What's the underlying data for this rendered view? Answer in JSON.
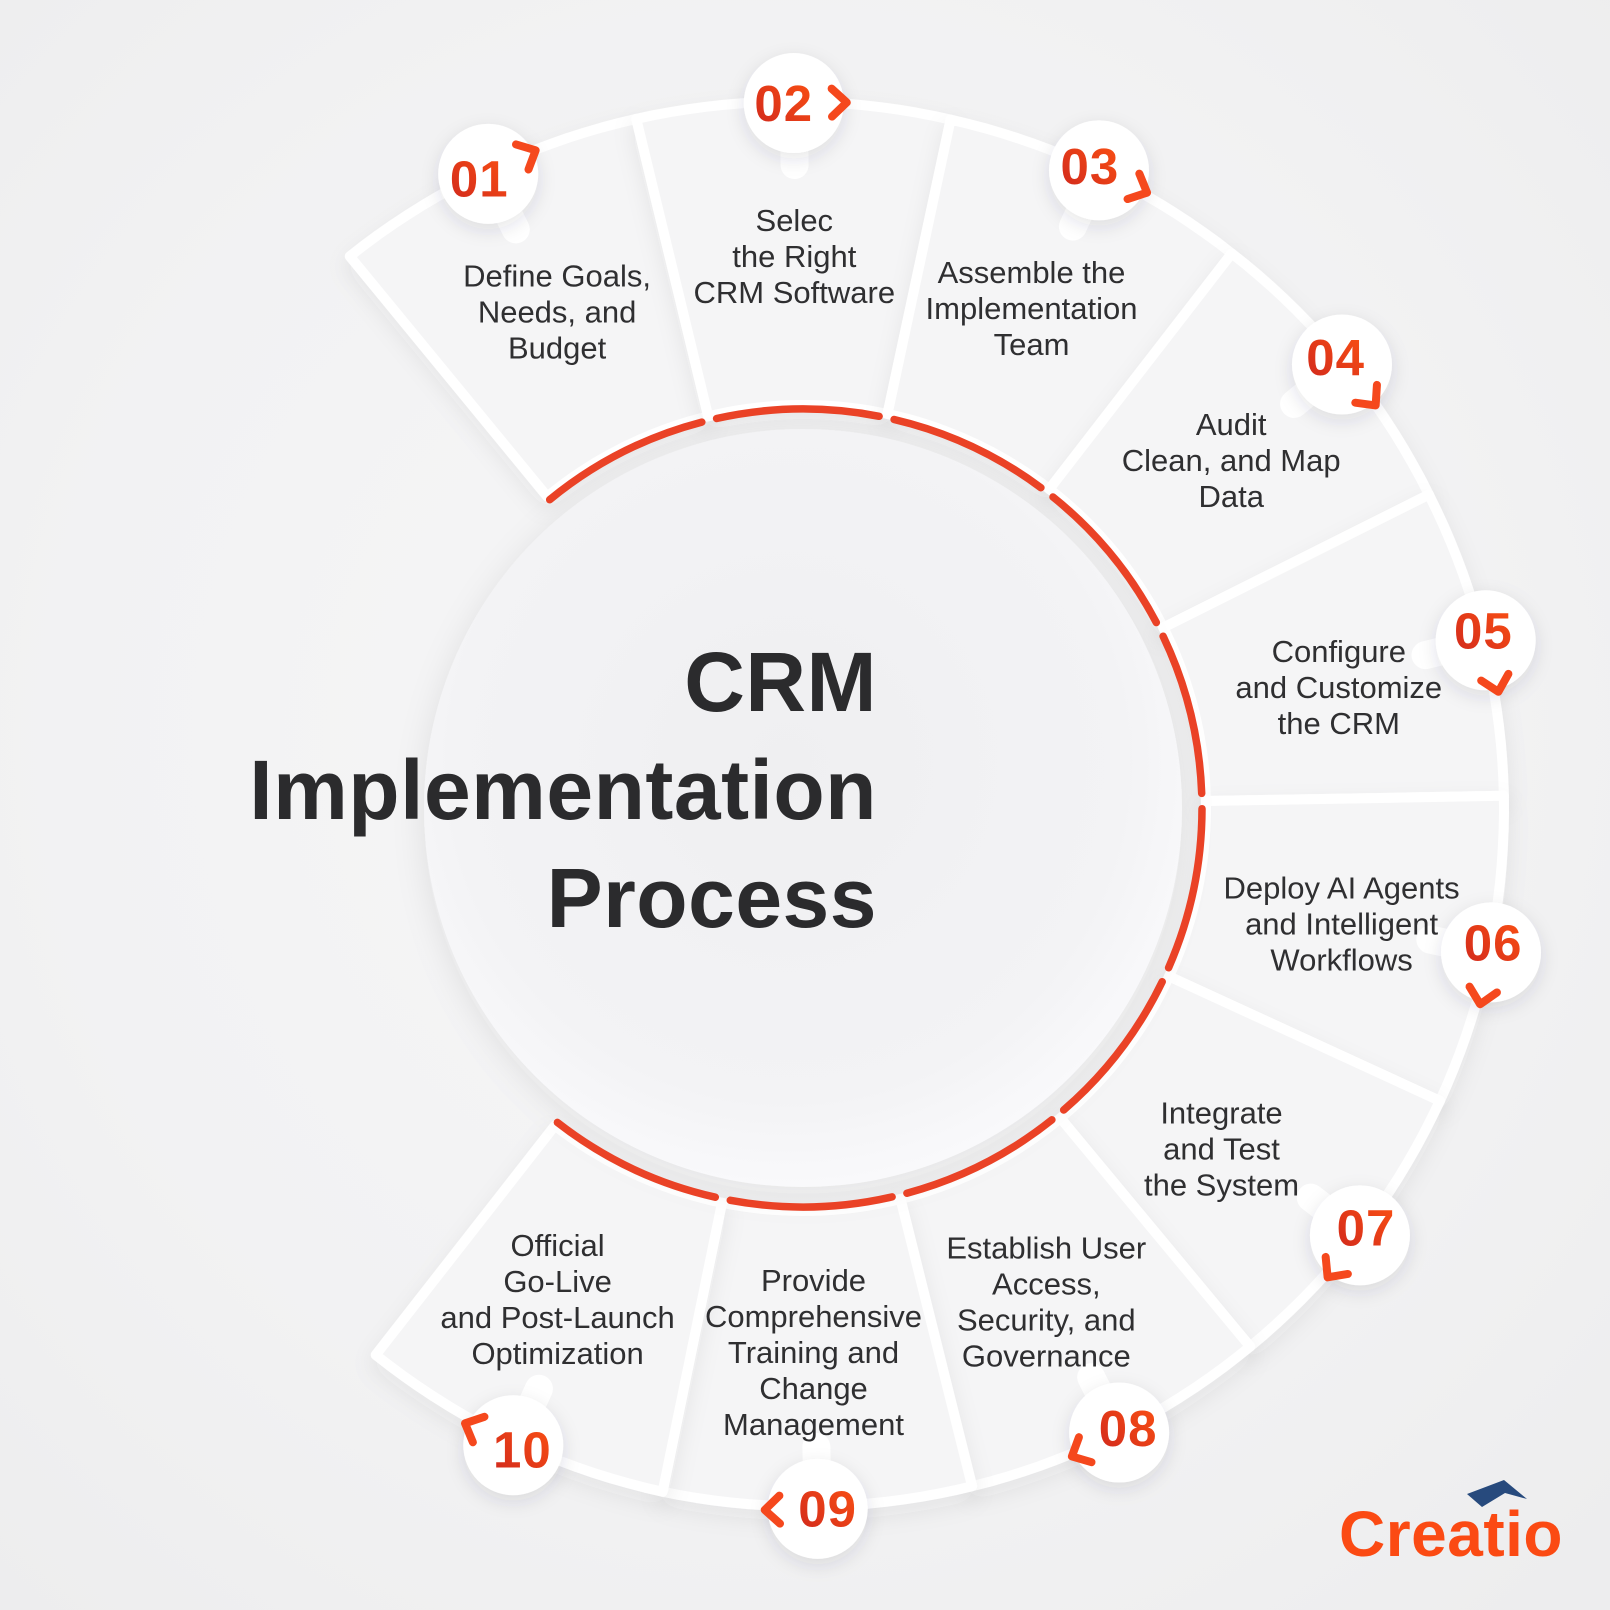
{
  "title": {
    "lines": [
      "CRM",
      "Implementation",
      "Process"
    ]
  },
  "steps": [
    {
      "number": "01",
      "label_lines": [
        "Define Goals,",
        "Needs, and",
        "Budget"
      ]
    },
    {
      "number": "02",
      "label_lines": [
        "Selec",
        "the Right",
        "CRM Software"
      ]
    },
    {
      "number": "03",
      "label_lines": [
        "Assemble the",
        "Implementation",
        "Team"
      ]
    },
    {
      "number": "04",
      "label_lines": [
        "Audit",
        "Clean, and Map",
        "Data"
      ]
    },
    {
      "number": "05",
      "label_lines": [
        "Configure",
        "and Customize",
        "the CRM"
      ]
    },
    {
      "number": "06",
      "label_lines": [
        "Deploy AI Agents",
        "and Intelligent",
        "Workflows"
      ]
    },
    {
      "number": "07",
      "label_lines": [
        "Integrate",
        "and Test",
        "the System"
      ]
    },
    {
      "number": "08",
      "label_lines": [
        "Establish User",
        "Access,",
        "Security, and",
        "Governance"
      ]
    },
    {
      "number": "09",
      "label_lines": [
        "Provide",
        "Comprehensive",
        "Training and",
        "Change",
        "Management"
      ]
    },
    {
      "number": "10",
      "label_lines": [
        "Official",
        "Go-Live",
        "and Post-Launch",
        "Optimization"
      ]
    }
  ],
  "logo": {
    "text": "Creatio"
  },
  "colors": {
    "background": "#f2f2f3",
    "wedge_fill": "#f5f5f6",
    "wedge_border": "#ffffff",
    "arc_red": "#ea4226",
    "number_gradient_start": "#cf271d",
    "number_gradient_end": "#fc5213",
    "chevron": "#f5481d",
    "title_text": "#2b2b2d",
    "label_text": "#2f2f31",
    "badge_bg": "#ffffff",
    "logo_orange": "#fb4a13",
    "logo_arrow_navy": "#274a7d"
  }
}
